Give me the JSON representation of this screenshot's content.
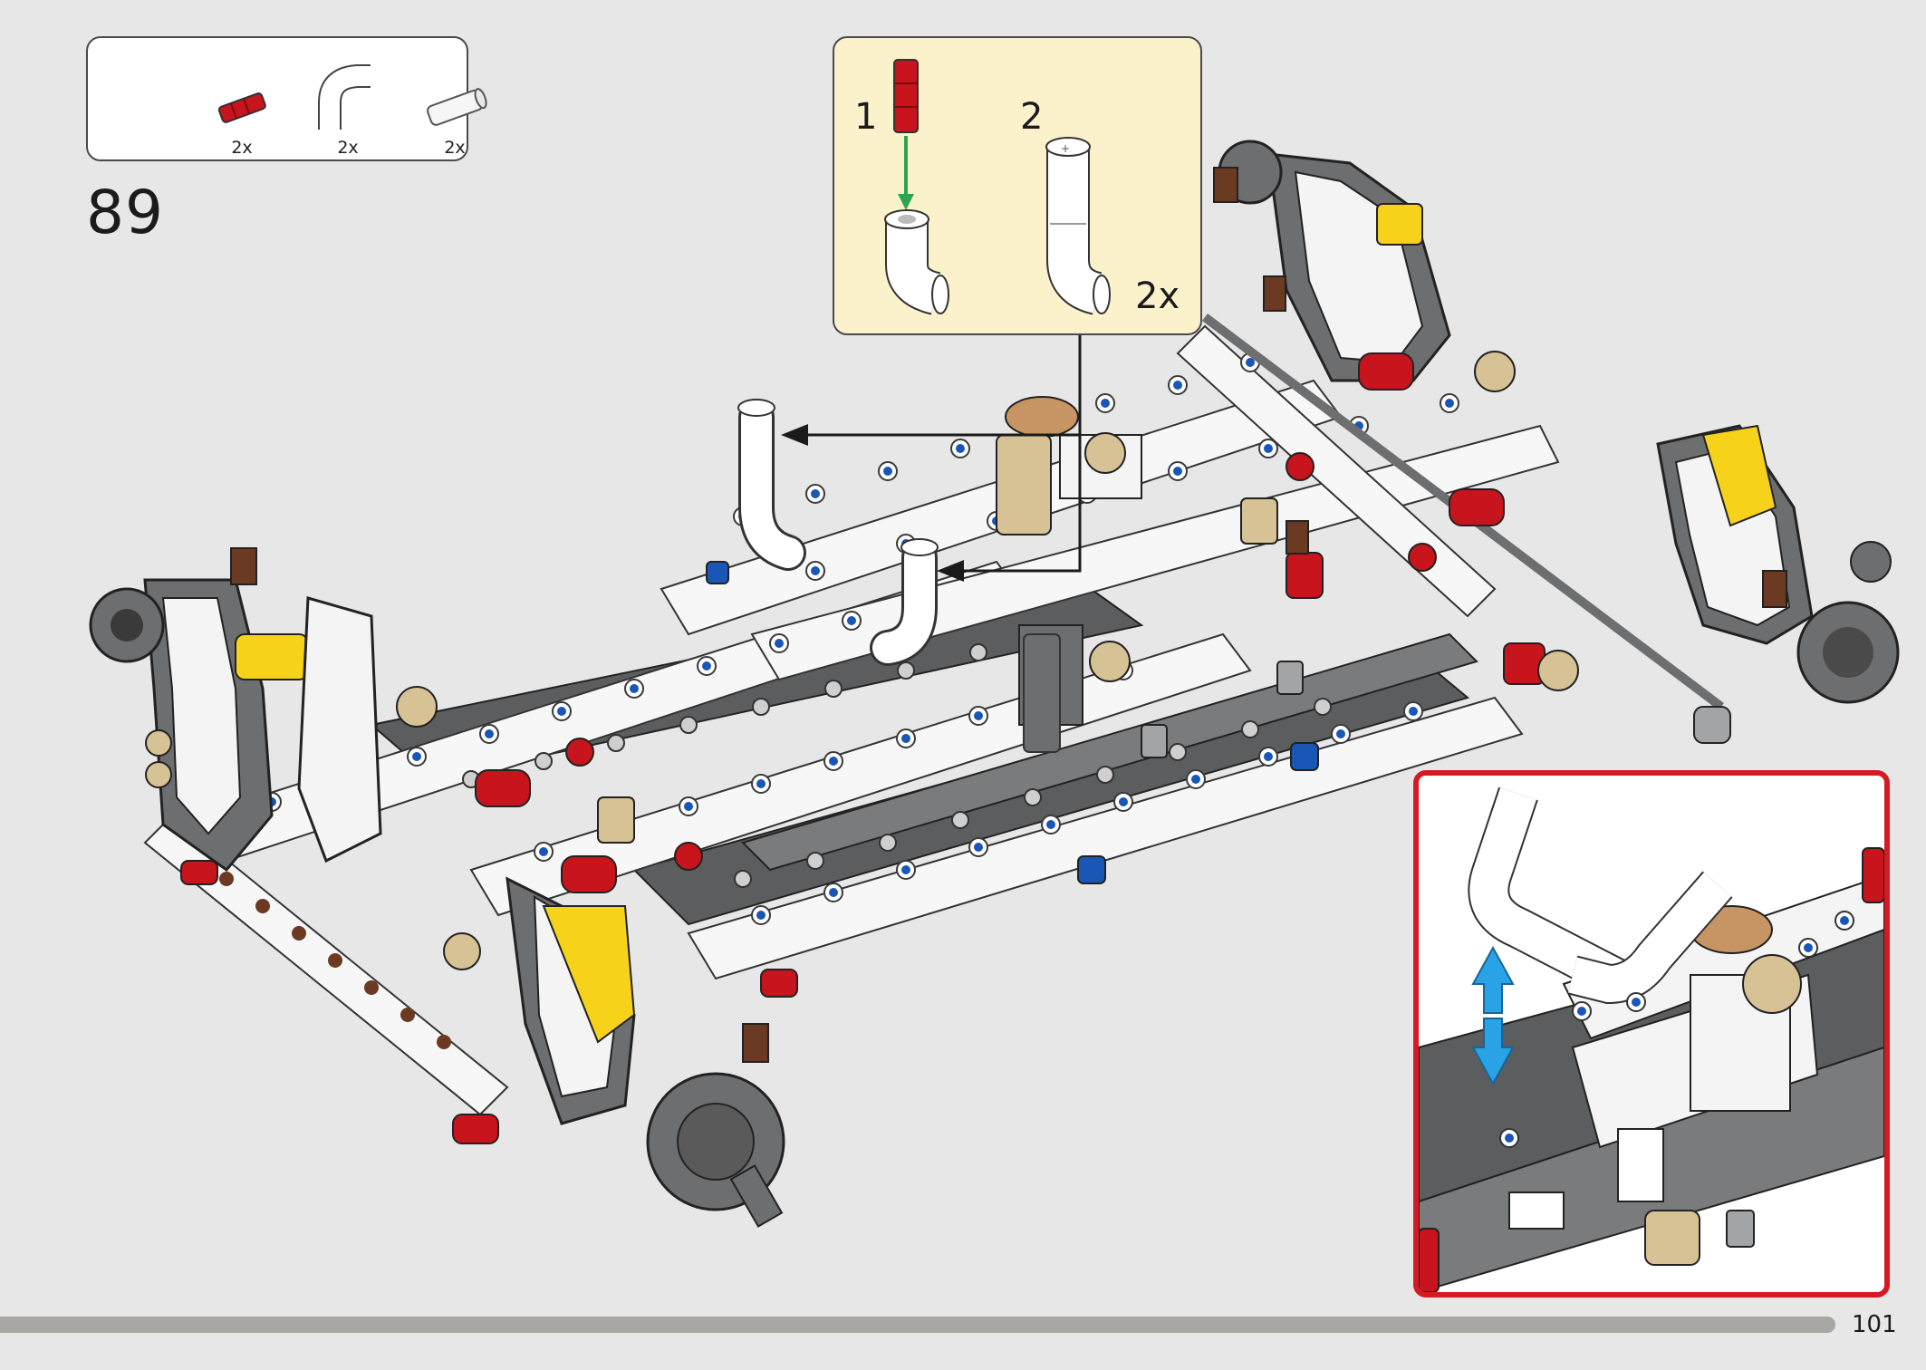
{
  "parts_list": {
    "items": [
      {
        "icon": "red-axle-connector-icon",
        "quantity": "2x"
      },
      {
        "icon": "white-curved-tube-icon",
        "quantity": "2x"
      },
      {
        "icon": "clear-tube-icon",
        "quantity": "2x"
      }
    ]
  },
  "step": {
    "number": "89"
  },
  "callout": {
    "substep_1": "1",
    "substep_2": "2",
    "multiplier": "2x"
  },
  "page": {
    "number": "101"
  },
  "colors": {
    "background": "#e7e7e7",
    "callout_background": "#fbf2cc",
    "inset_border": "#d61a24",
    "footer_bar": "#a8a6a3",
    "lego_red": "#c8141c",
    "lego_yellow": "#f6d21b",
    "lego_tan": "#d7c296",
    "lego_dark_gray": "#5c5d5e",
    "lego_light_gray": "#a3a4a6",
    "lego_blue": "#1a56b6",
    "lego_brown": "#6b3a22",
    "guide_arrow": "#1b1b1b",
    "insert_arrow": "#2ea44f",
    "motion_arrow": "#2aa3e6"
  }
}
